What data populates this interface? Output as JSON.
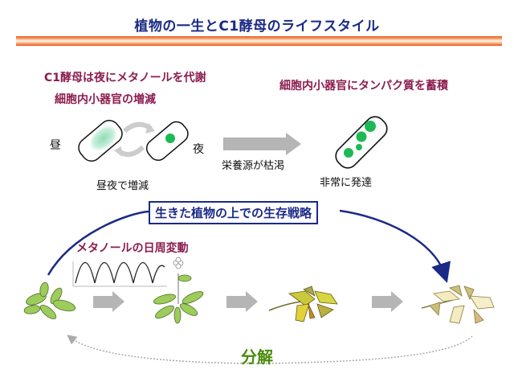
{
  "title": "植物の一生とC1酵母のライフスタイル",
  "left_panel": {
    "heading_1": "C1酵母は夜にメタノールを代謝",
    "heading_2": "細胞内小器官の増減",
    "day_label": "昼",
    "night_label": "夜",
    "cycle_caption": "昼夜で増減"
  },
  "right_panel": {
    "heading": "細胞内小器官にタンパク質を蓄積",
    "arrow_label": "栄養源が枯渇",
    "cell_caption": "非常に発達"
  },
  "strategy_label": "生きた植物の上での生存戦略",
  "methanol_label": "メタノールの日周変動",
  "decomposition_label": "分解",
  "colors": {
    "title": "#1b2a86",
    "maroon": "#8c1d4f",
    "organelle_green": "#1db954",
    "leaf_green": "#9ccc5a",
    "arrow_gray": "#b5b5b5",
    "decomp_green": "#4a8a0b"
  },
  "icons": {
    "cell_day": "yeast-cell-diffuse-icon",
    "cell_night": "yeast-cell-single-organelle-icon",
    "cell_developed": "yeast-cell-many-organelles-icon",
    "plant_young": "rosette-plant-icon",
    "plant_flowering": "flowering-plant-icon",
    "plant_senescent": "withered-plant-icon",
    "plant_dead": "dead-plant-icon"
  }
}
